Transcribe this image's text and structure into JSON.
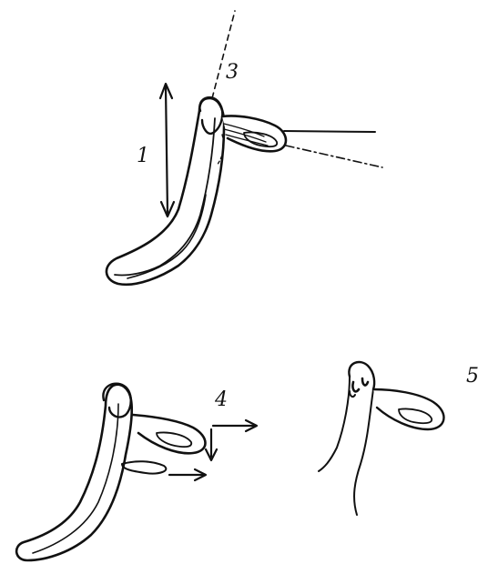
{
  "figure": {
    "labels": {
      "step1": "1",
      "step3": "3",
      "step4": "4",
      "step5": "5"
    },
    "colors": {
      "ink": "#111111",
      "background": "#ffffff"
    }
  }
}
